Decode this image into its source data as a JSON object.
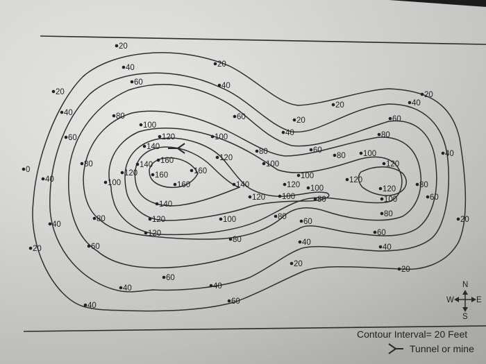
{
  "map": {
    "labels": [
      {
        "t": "20"
      },
      {
        "t": "20"
      },
      {
        "t": "20"
      },
      {
        "t": "20"
      },
      {
        "t": "20"
      },
      {
        "t": "20"
      },
      {
        "t": "20"
      },
      {
        "t": "20"
      },
      {
        "t": "20"
      },
      {
        "t": "20"
      },
      {
        "t": "40"
      },
      {
        "t": "40"
      },
      {
        "t": "40"
      },
      {
        "t": "40"
      },
      {
        "t": "40"
      },
      {
        "t": "40"
      },
      {
        "t": "40"
      },
      {
        "t": "40"
      },
      {
        "t": "40"
      },
      {
        "t": "40"
      },
      {
        "t": "40"
      },
      {
        "t": "40"
      },
      {
        "t": "40"
      },
      {
        "t": "60"
      },
      {
        "t": "60"
      },
      {
        "t": "60"
      },
      {
        "t": "60"
      },
      {
        "t": "60"
      },
      {
        "t": "60"
      },
      {
        "t": "60"
      },
      {
        "t": "60"
      },
      {
        "t": "60"
      },
      {
        "t": "60"
      },
      {
        "t": "60"
      },
      {
        "t": "80"
      },
      {
        "t": "80"
      },
      {
        "t": "80"
      },
      {
        "t": "80"
      },
      {
        "t": "80"
      },
      {
        "t": "80"
      },
      {
        "t": "80"
      },
      {
        "t": "80"
      },
      {
        "t": "80"
      },
      {
        "t": "80"
      },
      {
        "t": "80"
      },
      {
        "t": "100"
      },
      {
        "t": "100"
      },
      {
        "t": "100"
      },
      {
        "t": "100"
      },
      {
        "t": "100"
      },
      {
        "t": "100"
      },
      {
        "t": "100"
      },
      {
        "t": "100"
      },
      {
        "t": "100"
      },
      {
        "t": "100"
      },
      {
        "t": "120"
      },
      {
        "t": "120"
      },
      {
        "t": "120"
      },
      {
        "t": "120"
      },
      {
        "t": "120"
      },
      {
        "t": "120"
      },
      {
        "t": "120"
      },
      {
        "t": "120"
      },
      {
        "t": "120"
      },
      {
        "t": "120"
      },
      {
        "t": "140"
      },
      {
        "t": "140"
      },
      {
        "t": "140"
      },
      {
        "t": "140"
      },
      {
        "t": "160"
      },
      {
        "t": "160"
      },
      {
        "t": "160"
      },
      {
        "t": "160"
      },
      {
        "t": "0"
      }
    ],
    "compass": {
      "n": "N",
      "s": "S",
      "e": "E",
      "w": "W"
    },
    "legend": {
      "interval": "Contour Interval= 20 Feet",
      "tunnel": "Tunnel or mine",
      "tunnel_icon": "tunnel-symbol-icon"
    },
    "colors": {
      "ink": "#2a2a2a",
      "paper": "#dcdcda"
    }
  }
}
